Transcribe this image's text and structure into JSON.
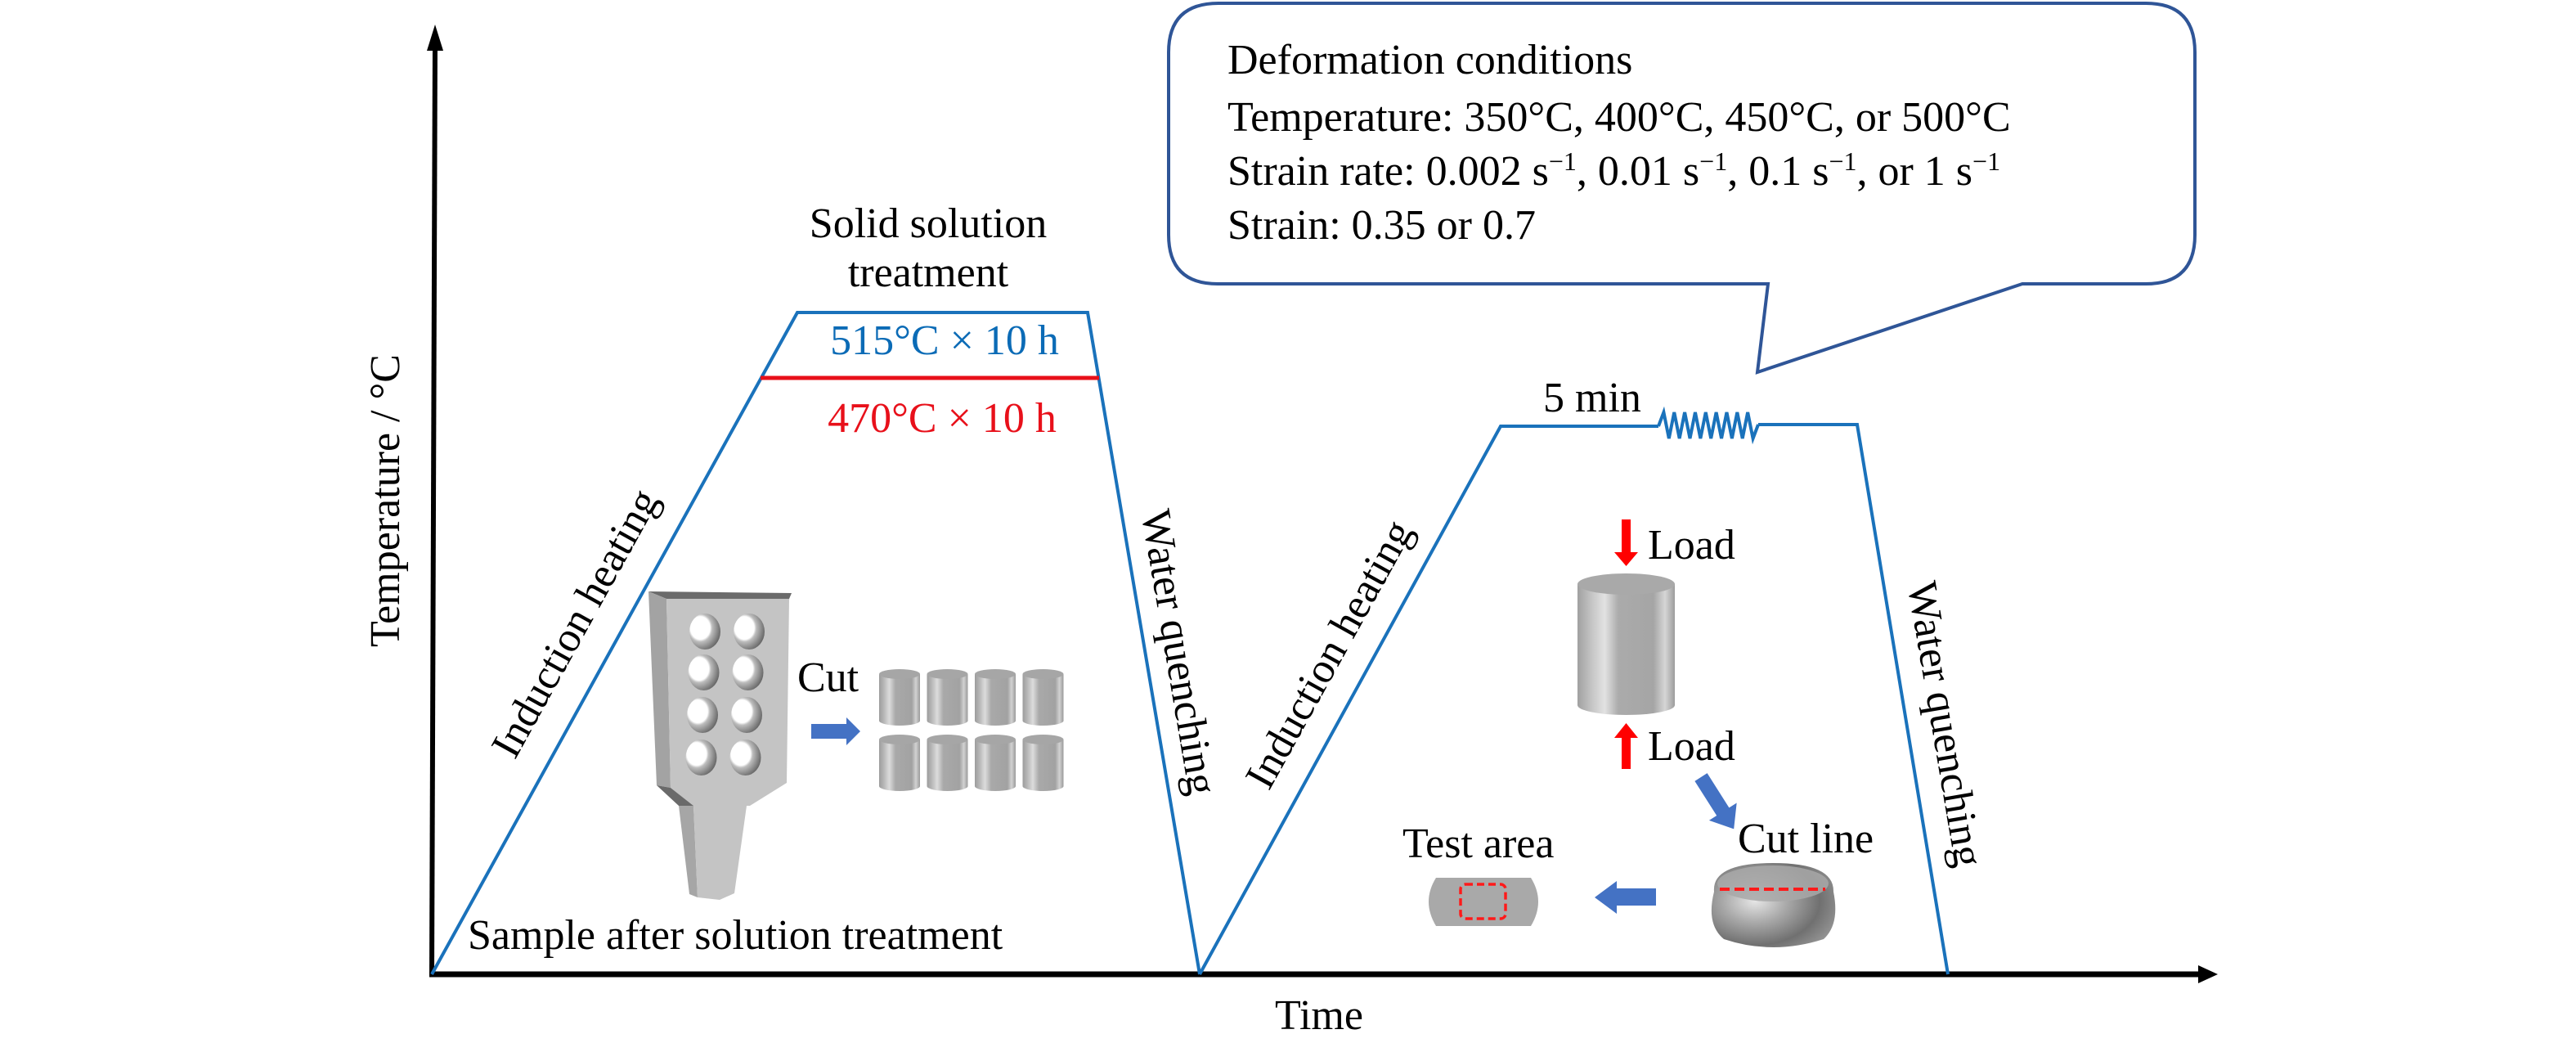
{
  "axes": {
    "y_label": "Temperature / °C",
    "x_label": "Time"
  },
  "stage1": {
    "title_line1": "Solid solution",
    "title_line2": "treatment",
    "condition_upper": "515°C × 10 h",
    "condition_lower": "470°C × 10 h",
    "heating_label": "Induction heating",
    "quench_label": "Water quenching",
    "sample_caption": "Sample after solution treatment",
    "cut_label": "Cut",
    "cut_pieces": 8
  },
  "stage2": {
    "hold_label": "5 min",
    "heating_label": "Induction heating",
    "quench_label": "Water quenching",
    "load_top": "Load",
    "load_bottom": "Load",
    "cut_line_label": "Cut line",
    "test_area_label": "Test area"
  },
  "callout": {
    "title": "Deformation conditions",
    "temperature": "Temperature: 350°C, 400°C, 450°C, or 500°C",
    "strain_rate_prefix": "Strain rate: ",
    "strain_rates": [
      "0.002",
      "0.01",
      "0.1",
      "1"
    ],
    "strain_rate_unit": "s",
    "strain_rate_exp": "−1",
    "strain_rate_conj": "or",
    "strain": "Strain: 0.35 or 0.7"
  },
  "colors": {
    "process_line": "#1a72bb",
    "upper_condition_text": "#0b6bb6",
    "lower_condition": "#e8101a",
    "arrow_blue": "#4472c4",
    "load_arrow": "#ff0000",
    "callout_border": "#2f5597",
    "axis": "#000000"
  }
}
